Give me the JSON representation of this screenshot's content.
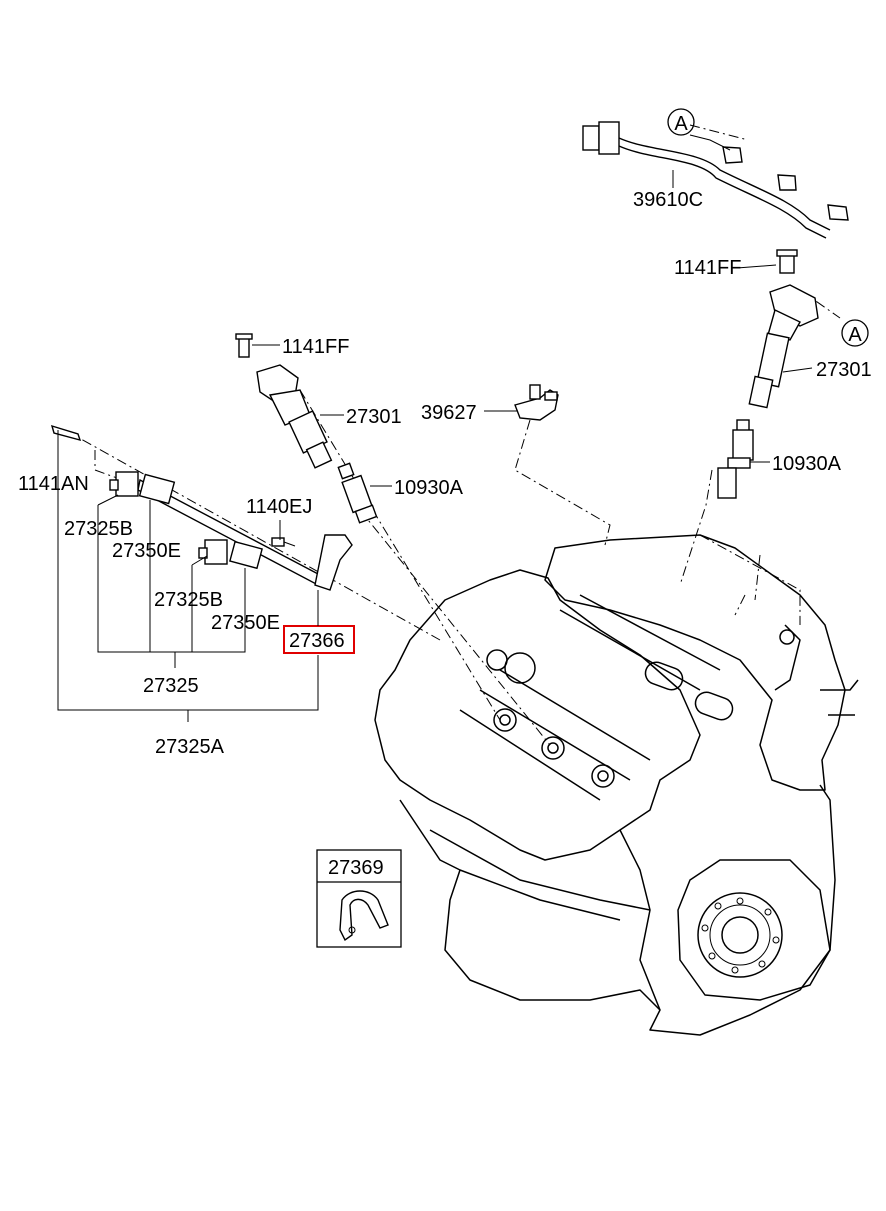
{
  "callouts": {
    "harness": "39610C",
    "connector_marker_top": "A",
    "connector_marker_right": "A",
    "bolt_right": "1141FF",
    "coil_right": "27301",
    "spark_plug_right": "10930A",
    "bolt_left": "1141FF",
    "coil_left": "27301",
    "bracket": "39627",
    "spark_plug_left": "10930A",
    "bolt_rail": "1141AN",
    "bolt_small": "1140EJ",
    "sensor_1": "27325B",
    "bracket_1": "27350E",
    "sensor_2": "27325B",
    "bracket_2": "27350E",
    "highlighted_part": "27366",
    "assembly_sub": "27325",
    "assembly_main": "27325A",
    "inset_part": "27369"
  },
  "colors": {
    "line": "#000000",
    "highlight": "#e00000",
    "background": "#ffffff"
  }
}
